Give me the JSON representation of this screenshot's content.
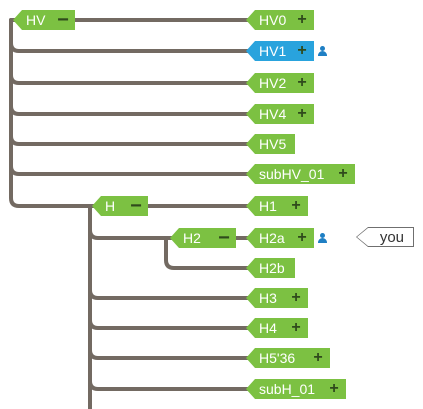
{
  "colors": {
    "node": "#7cc142",
    "selected": "#29a3dd",
    "connector": "#736a62",
    "toggle": "#2f4a1c",
    "user_icon": "#1f7fc4"
  },
  "icons": {
    "expand": "plus-icon",
    "collapse": "minus-icon",
    "user": "user-icon"
  },
  "you_label": "you",
  "nodes": {
    "hv": {
      "label": "HV",
      "toggle": "−"
    },
    "hv0": {
      "label": "HV0",
      "toggle": "+"
    },
    "hv1": {
      "label": "HV1",
      "toggle": "+"
    },
    "hv2": {
      "label": "HV2",
      "toggle": "+"
    },
    "hv4": {
      "label": "HV4",
      "toggle": "+"
    },
    "hv5": {
      "label": "HV5",
      "toggle": ""
    },
    "subhv01": {
      "label": "subHV_01",
      "toggle": "+"
    },
    "h": {
      "label": "H",
      "toggle": "−"
    },
    "h1": {
      "label": "H1",
      "toggle": "+"
    },
    "h2": {
      "label": "H2",
      "toggle": "−"
    },
    "h2a": {
      "label": "H2a",
      "toggle": "+"
    },
    "h2b": {
      "label": "H2b",
      "toggle": ""
    },
    "h3": {
      "label": "H3",
      "toggle": "+"
    },
    "h4": {
      "label": "H4",
      "toggle": "+"
    },
    "h536": {
      "label": "H5'36",
      "toggle": "+"
    },
    "subh01": {
      "label": "subH_01",
      "toggle": "+"
    }
  }
}
